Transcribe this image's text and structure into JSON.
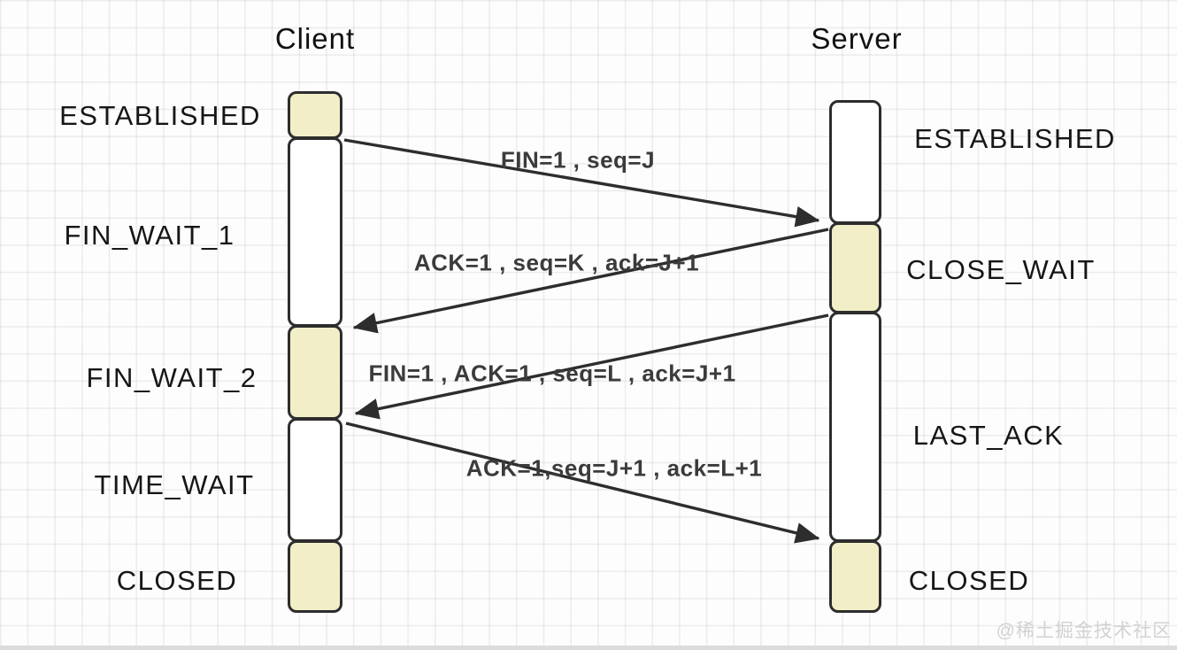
{
  "diagram": {
    "type": "tcp-connection-termination-sequence",
    "client": {
      "title": "Client",
      "states": [
        "ESTABLISHED",
        "FIN_WAIT_1",
        "FIN_WAIT_2",
        "TIME_WAIT",
        "CLOSED"
      ]
    },
    "server": {
      "title": "Server",
      "states": [
        "ESTABLISHED",
        "CLOSE_WAIT",
        "LAST_ACK",
        "CLOSED"
      ]
    },
    "messages": [
      {
        "label": "FIN=1 , seq=J",
        "from": "client",
        "to": "server"
      },
      {
        "label": "ACK=1 , seq=K , ack=J+1",
        "from": "server",
        "to": "client"
      },
      {
        "label": "FIN=1 , ACK=1 , seq=L , ack=J+1",
        "from": "server",
        "to": "client"
      },
      {
        "label": "ACK=1,seq=J+1 , ack=L+1",
        "from": "client",
        "to": "server"
      }
    ],
    "watermark": "@稀土掘金技术社区",
    "colors": {
      "active_segment_fill": "#f2eec8",
      "inactive_segment_fill": "#ffffff",
      "stroke": "#2d2d2d",
      "grid_line": "#ebebeb",
      "background": "#fdfdfd",
      "message_text": "#3b3b3b",
      "watermark_text": "#d2d2d2"
    }
  }
}
